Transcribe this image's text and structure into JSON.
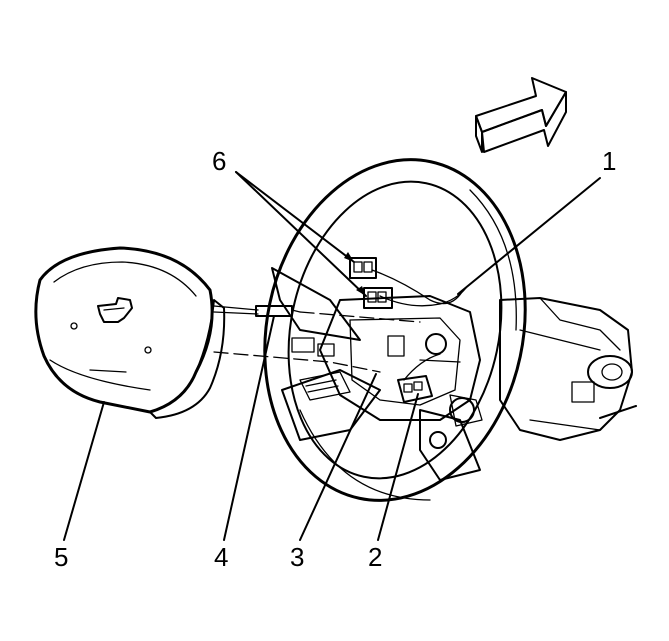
{
  "callouts": {
    "c1": "1",
    "c2": "2",
    "c3": "3",
    "c4": "4",
    "c5": "5",
    "c6": "6"
  },
  "icons": {
    "direction_arrow": "forward-direction-arrow-icon",
    "emblem": "bowtie-emblem-icon"
  },
  "colors": {
    "line": "#000000",
    "background": "#ffffff",
    "shade": "#d9d9d9"
  }
}
